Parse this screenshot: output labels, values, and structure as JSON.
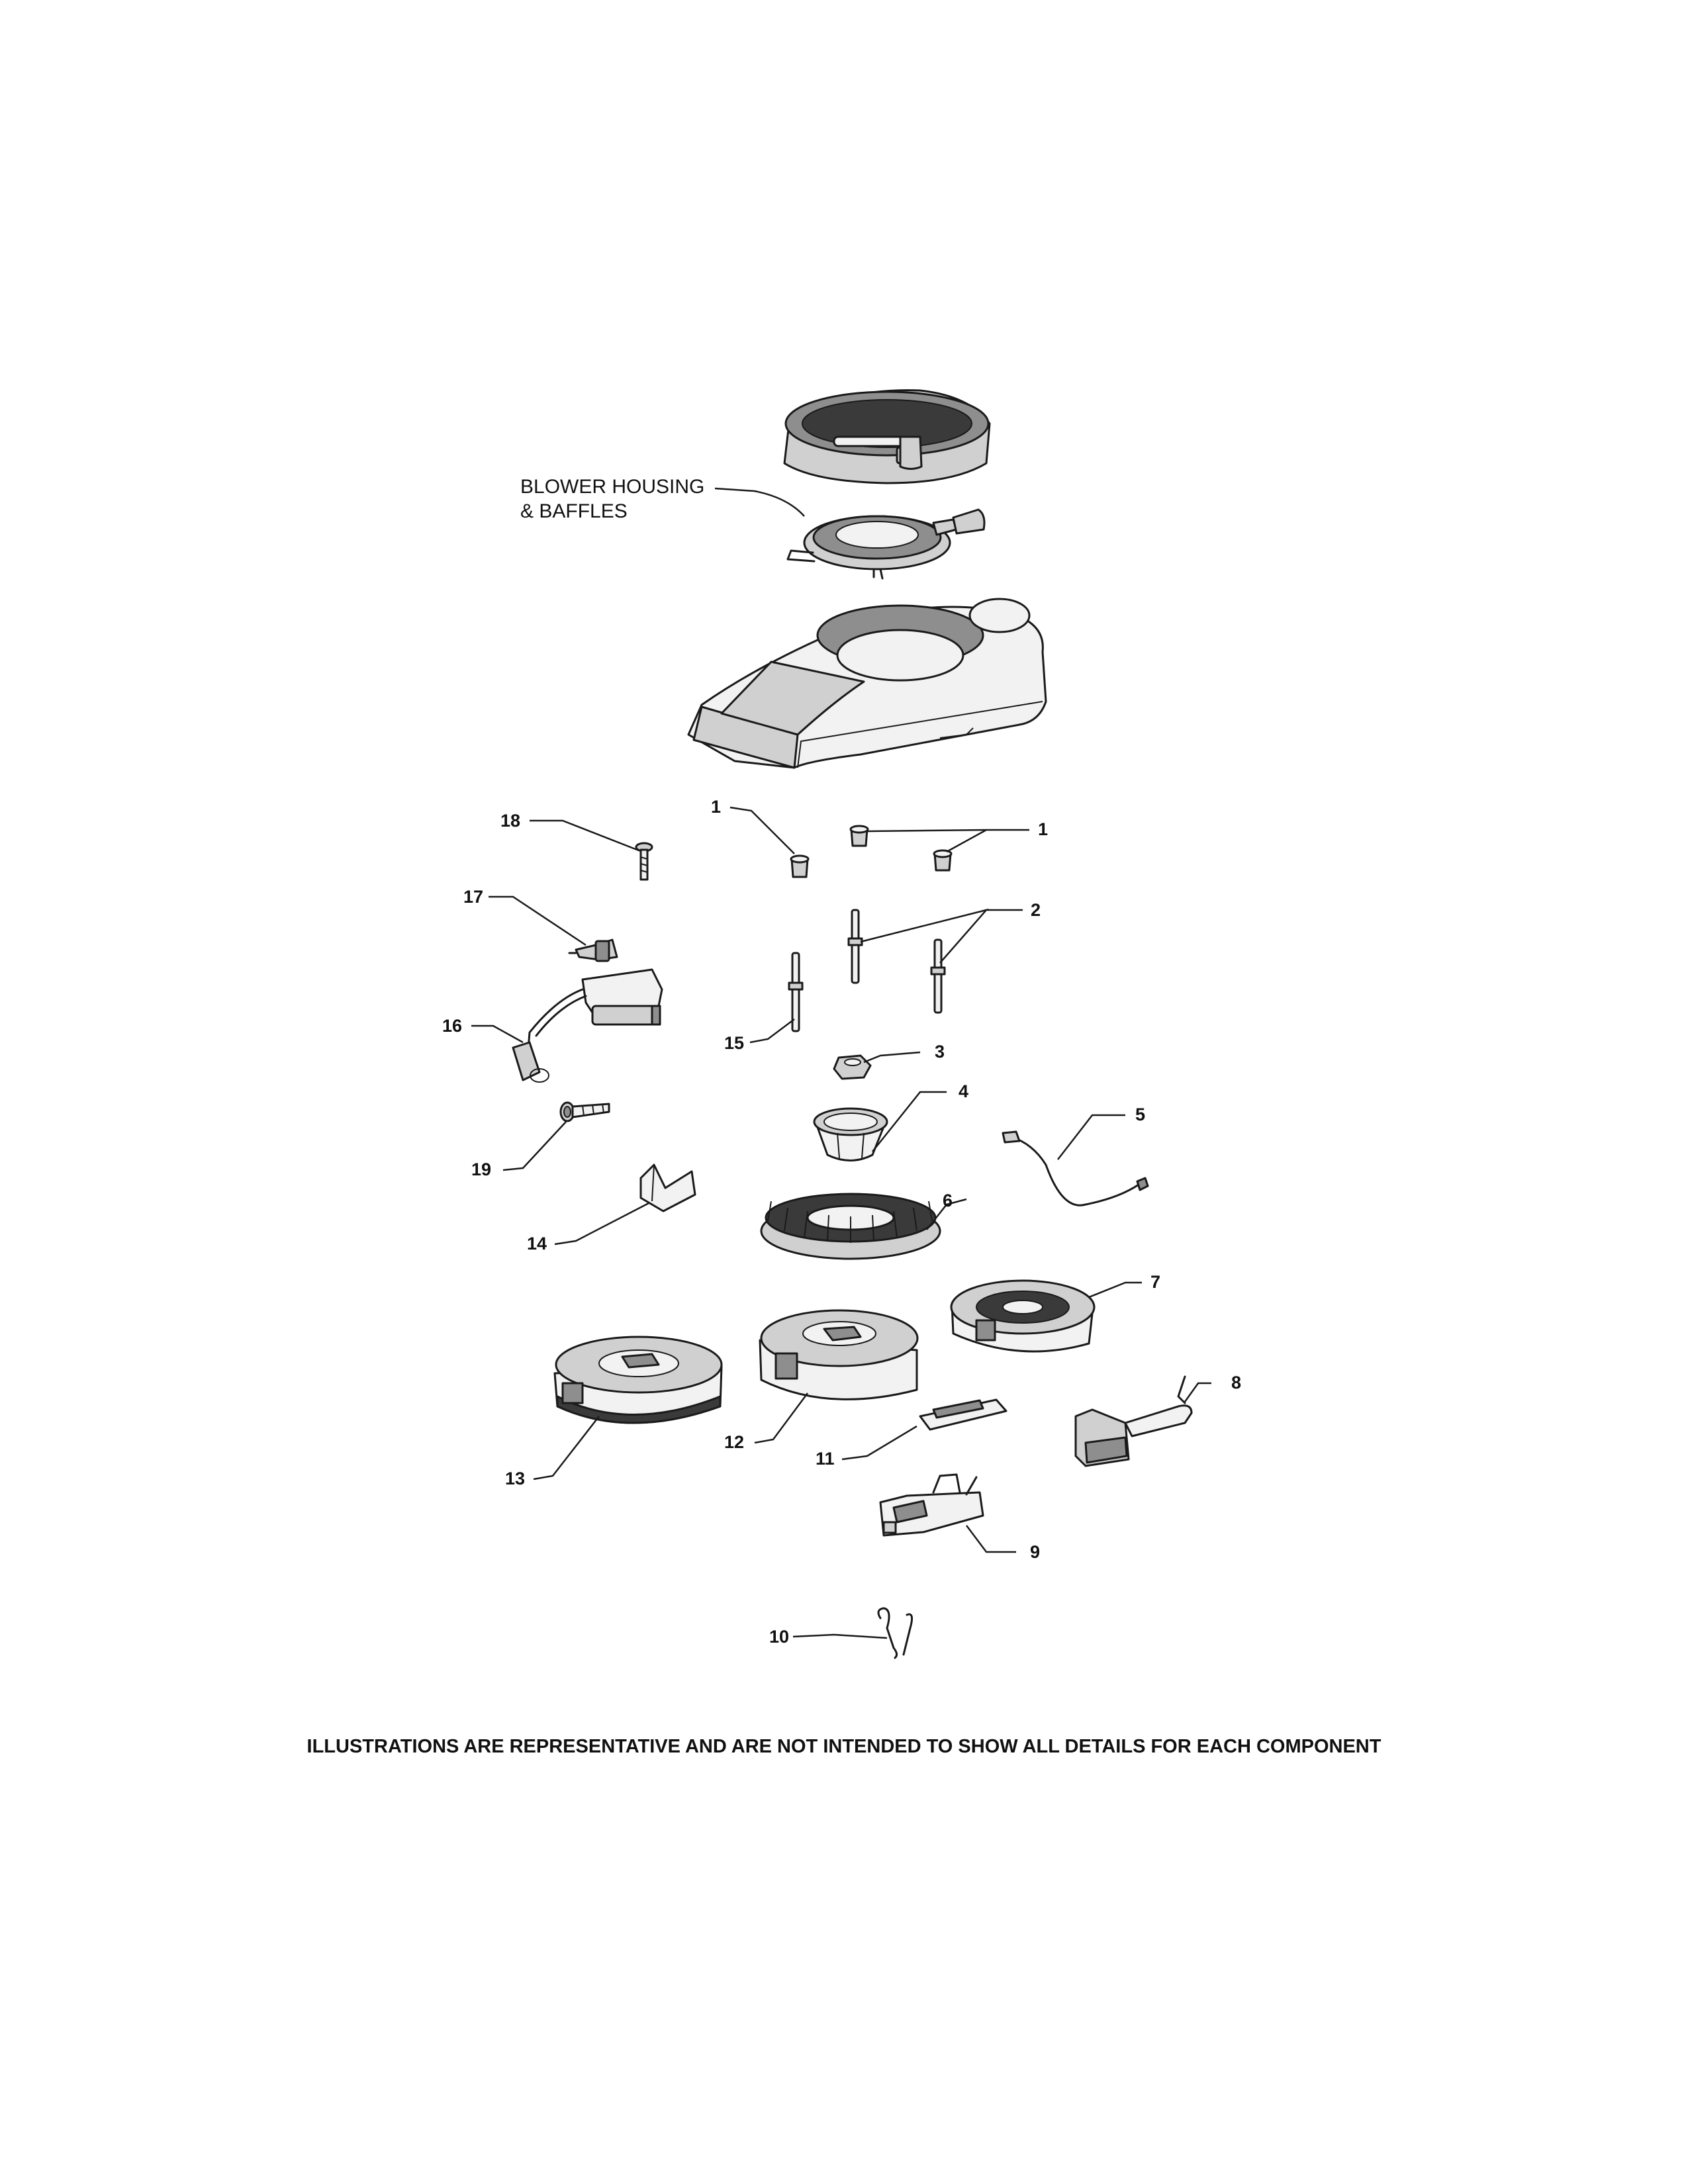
{
  "diagram": {
    "group_label_line1": "BLOWER HOUSING",
    "group_label_line2": "& BAFFLES",
    "footer_note": "ILLUSTRATIONS ARE REPRESENTATIVE AND ARE NOT INTENDED TO SHOW ALL DETAILS FOR EACH COMPONENT",
    "callouts": {
      "c1a": "1",
      "c1b": "1",
      "c2": "2",
      "c3": "3",
      "c4": "4",
      "c5": "5",
      "c6": "6",
      "c7": "7",
      "c8": "8",
      "c9": "9",
      "c10": "10",
      "c11": "11",
      "c12": "12",
      "c13": "13",
      "c14": "14",
      "c15": "15",
      "c16": "16",
      "c17": "17",
      "c18": "18",
      "c19": "19"
    }
  }
}
